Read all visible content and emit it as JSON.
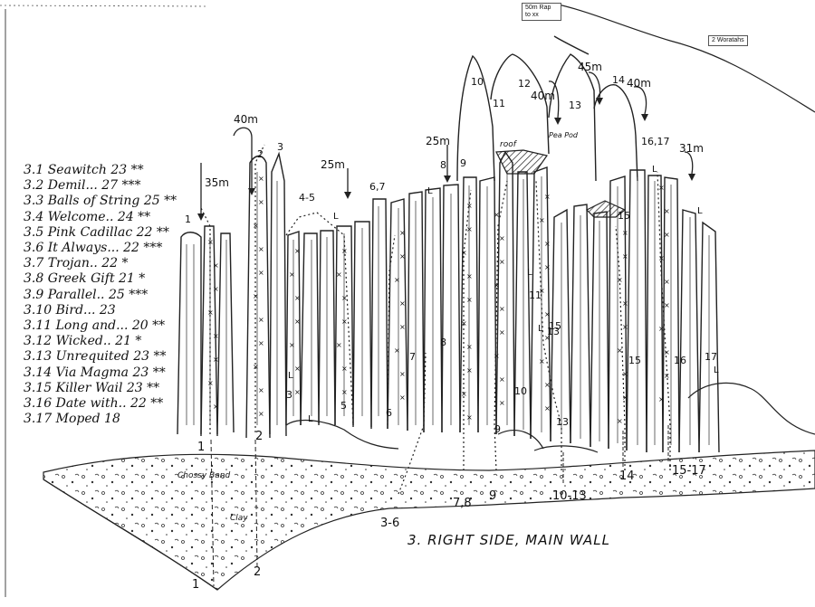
{
  "title": "3. RIGHT SIDE, MAIN WALL",
  "routes": [
    {
      "num": "3.1",
      "name": "Seawitch",
      "grade": "23",
      "stars": "**"
    },
    {
      "num": "3.2",
      "name": "Demil...",
      "grade": "27",
      "stars": "***"
    },
    {
      "num": "3.3",
      "name": "Balls of String",
      "grade": "25",
      "stars": "**"
    },
    {
      "num": "3.4",
      "name": "Welcome..",
      "grade": "24",
      "stars": "**"
    },
    {
      "num": "3.5",
      "name": "Pink Cadillac",
      "grade": "22",
      "stars": "**"
    },
    {
      "num": "3.6",
      "name": "It Always...",
      "grade": "22",
      "stars": "***"
    },
    {
      "num": "3.7",
      "name": "Trojan..",
      "grade": "22",
      "stars": "*"
    },
    {
      "num": "3.8",
      "name": "Greek Gift",
      "grade": "21",
      "stars": "*"
    },
    {
      "num": "3.9",
      "name": "Parallel..",
      "grade": "25",
      "stars": "***"
    },
    {
      "num": "3.10",
      "name": "Bird...",
      "grade": "23",
      "stars": ""
    },
    {
      "num": "3.11",
      "name": "Long and...",
      "grade": "20",
      "stars": "**"
    },
    {
      "num": "3.12",
      "name": "Wicked..",
      "grade": "21",
      "stars": "*"
    },
    {
      "num": "3.13",
      "name": "Unrequited",
      "grade": "23",
      "stars": "**"
    },
    {
      "num": "3.14",
      "name": "Via Magma",
      "grade": "23",
      "stars": "**"
    },
    {
      "num": "3.15",
      "name": "Killer Wail",
      "grade": "23",
      "stars": "**"
    },
    {
      "num": "3.16",
      "name": "Date with..",
      "grade": "22",
      "stars": "**"
    },
    {
      "num": "3.17",
      "name": "Moped",
      "grade": "18",
      "stars": ""
    }
  ],
  "notes": {
    "rap": "50m Rap to xx",
    "woratahs": "2 Woratahs"
  },
  "ground_labels": {
    "chossy_band": "Chossy Band",
    "clay": "Clay"
  },
  "top_labels": {
    "roof": "roof",
    "pea_pod": "Pea Pod"
  },
  "rap_lengths": [
    "40m",
    "35m",
    "25m",
    "25m",
    "40m",
    "45m",
    "40m",
    "31m"
  ],
  "base_numbers": [
    "1",
    "2",
    "3-6",
    "7,8",
    "9",
    "10-13",
    "14",
    "15-17",
    "1",
    "2"
  ],
  "route_numbers_on_wall": [
    "1",
    "2",
    "3",
    "4-5",
    "6,7",
    "8",
    "9",
    "10",
    "11",
    "12",
    "13",
    "14",
    "15",
    "16,17",
    "6",
    "7",
    "8",
    "9",
    "10",
    "11",
    "13",
    "15",
    "16",
    "17",
    "3",
    "5",
    "13",
    "15"
  ],
  "colors": {
    "ink": "#111111",
    "paper": "#ffffff",
    "shade": "#555555"
  }
}
